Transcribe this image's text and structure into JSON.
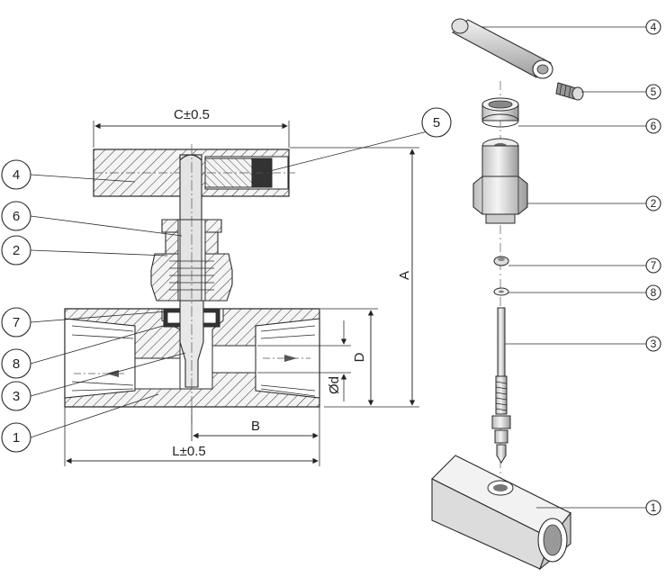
{
  "dimensions": {
    "c_label": "C±0.5",
    "a_label": "A",
    "b_label": "B",
    "l_label": "L±0.5",
    "d_label": "D",
    "od_label": "Ød"
  },
  "section_callouts": [
    "5",
    "4",
    "6",
    "2",
    "7",
    "8",
    "3",
    "1"
  ],
  "exploded_callouts": [
    "4",
    "5",
    "6",
    "2",
    "7",
    "8",
    "3",
    "1"
  ]
}
